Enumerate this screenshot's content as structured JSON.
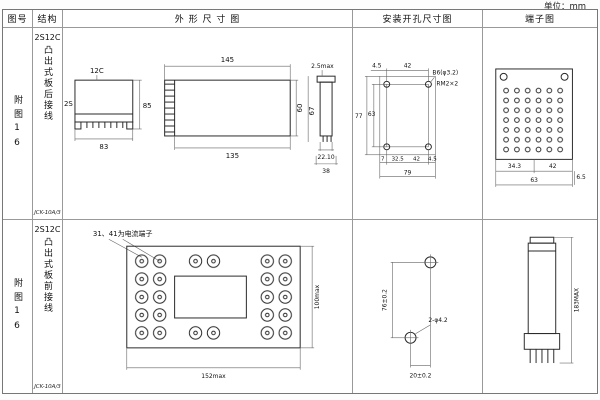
{
  "page": {
    "unit_label": "单位：mm"
  },
  "headers": {
    "fig_no": "图号",
    "structure": "结构",
    "outline": "外 形 尺 寸 图",
    "mounting": "安装开孔尺寸图",
    "terminal": "端子图"
  },
  "row1": {
    "fig_no": "附图16",
    "model": "2S12C",
    "structure": "凸出式板后接线",
    "code": "JCK-10A/3",
    "outline": {
      "model_label": "12C",
      "side_label": "2S",
      "dim_height": "85",
      "dim_width": "83",
      "dim_front_top": "145",
      "dim_front_bottom": "135",
      "dim_h1": "60",
      "dim_h2": "67",
      "dim_panel": "2.5max",
      "dim_side1": "22.10",
      "dim_side2": "38"
    },
    "mounting": {
      "dim_top_offset": "4.5",
      "dim_top_span": "42",
      "label_hole": "B6(φ3.2)",
      "label_screw": "RM2×2",
      "dim_left_outer": "77",
      "dim_left_inner": "63",
      "dim_b1": "7",
      "dim_b2": "32.5",
      "dim_b3": "42",
      "dim_b4": "4.5",
      "dim_total": "79"
    },
    "terminal": {
      "dim_a": "34.3",
      "dim_b": "42",
      "dim_total": "63",
      "dim_side": "6.5"
    }
  },
  "row2": {
    "fig_no": "附图16",
    "model": "2S12C",
    "structure": "凸出式板前接线",
    "code": "JCK-10A/3",
    "outline": {
      "note": "31、41为电流端子",
      "dim_width": "152max",
      "dim_height": "100max"
    },
    "mounting": {
      "dim_v": "76±0.2",
      "label_holes": "2-φ4.2",
      "dim_h": "20±0.2"
    },
    "terminal": {
      "dim_height": "183MAX"
    }
  }
}
